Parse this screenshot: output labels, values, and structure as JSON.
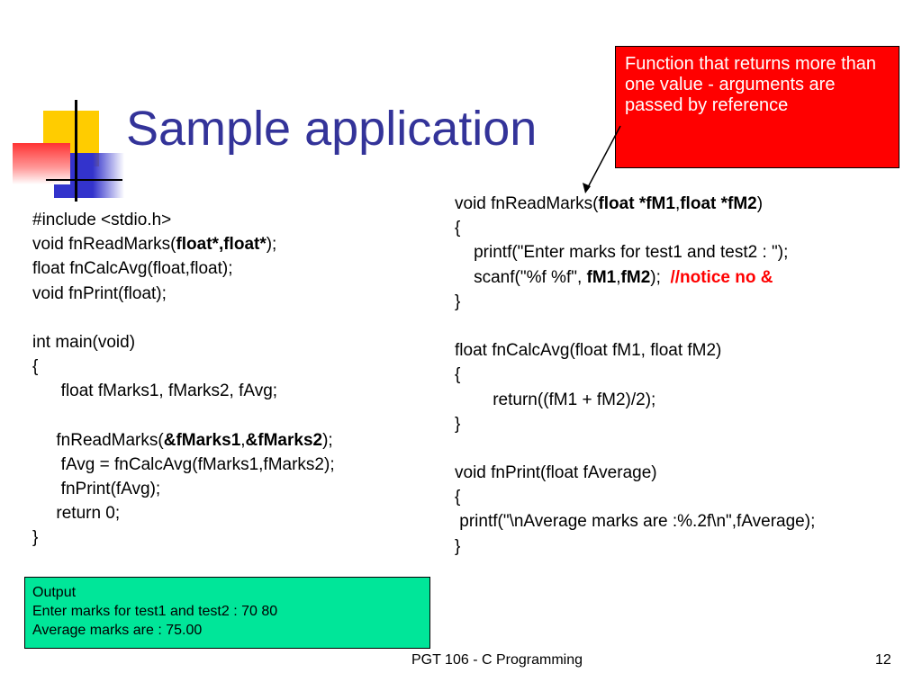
{
  "slide": {
    "title": "Sample application",
    "callout": "Function that returns more than one value - arguments are passed by reference",
    "left_code": [
      [
        {
          "t": "#include <stdio.h>"
        }
      ],
      [
        {
          "t": "void fnReadMarks("
        },
        {
          "t": "float*,float*",
          "b": true
        },
        {
          "t": ");"
        }
      ],
      [
        {
          "t": "float fnCalcAvg(float,float);"
        }
      ],
      [
        {
          "t": "void fnPrint(float);"
        }
      ],
      [],
      [
        {
          "t": "int main(void)"
        }
      ],
      [
        {
          "t": "{"
        }
      ],
      [
        {
          "t": "      float fMarks1, fMarks2, fAvg;"
        }
      ],
      [],
      [
        {
          "t": "     fnReadMarks("
        },
        {
          "t": "&fMarks1",
          "b": true
        },
        {
          "t": ","
        },
        {
          "t": "&fMarks2",
          "b": true
        },
        {
          "t": ");"
        }
      ],
      [
        {
          "t": "      fAvg = fnCalcAvg(fMarks1,fMarks2);"
        }
      ],
      [
        {
          "t": "      fnPrint(fAvg);"
        }
      ],
      [
        {
          "t": "     return 0;"
        }
      ],
      [
        {
          "t": "}"
        }
      ]
    ],
    "right_code": [
      [
        {
          "t": "void fnReadMarks("
        },
        {
          "t": "float *fM1",
          "b": true
        },
        {
          "t": ","
        },
        {
          "t": "float *fM2",
          "b": true
        },
        {
          "t": ")"
        }
      ],
      [
        {
          "t": "{"
        }
      ],
      [
        {
          "t": "    printf(\"Enter marks for test1 and test2 : \");"
        }
      ],
      [
        {
          "t": "    scanf(\"%f %f\", "
        },
        {
          "t": "fM1",
          "b": true
        },
        {
          "t": ","
        },
        {
          "t": "fM2",
          "b": true
        },
        {
          "t": ");  "
        },
        {
          "t": "//notice no &",
          "r": true
        }
      ],
      [
        {
          "t": "}"
        }
      ],
      [],
      [
        {
          "t": "float fnCalcAvg(float fM1, float fM2)"
        }
      ],
      [
        {
          "t": "{"
        }
      ],
      [
        {
          "t": "        return((fM1 + fM2)/2);"
        }
      ],
      [
        {
          "t": "}"
        }
      ],
      [],
      [
        {
          "t": "void fnPrint(float fAverage)"
        }
      ],
      [
        {
          "t": "{"
        }
      ],
      [
        {
          "t": " printf(\"\\nAverage marks are :%.2f\\n\",fAverage);"
        }
      ],
      [
        {
          "t": "}"
        }
      ]
    ],
    "output": {
      "heading": "Output",
      "line1": "Enter marks for test1 and test2 : 70 80",
      "line2": "Average marks are : 75.00"
    },
    "footer": {
      "course": "PGT 106 - C Programming",
      "page_number": "12"
    },
    "colors": {
      "title": "#333399",
      "callout_bg": "#ff0000",
      "output_bg": "#00e699",
      "deco_yellow": "#ffcc00",
      "deco_blue": "#3333cc",
      "deco_red": "#ff3333"
    }
  }
}
